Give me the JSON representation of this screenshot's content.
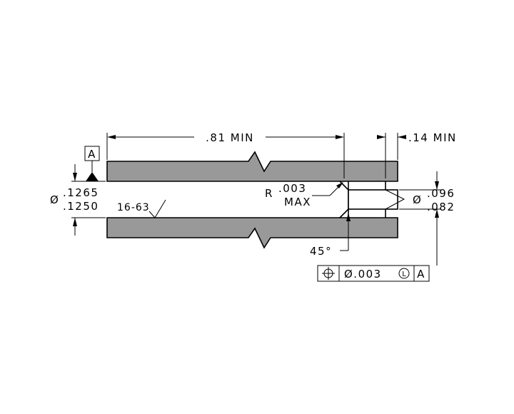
{
  "colors": {
    "part_fill": "#999999",
    "line": "#000000",
    "background": "#ffffff"
  },
  "datum": {
    "label": "A"
  },
  "dimensions": {
    "length_min": ".81 MIN",
    "counterbore_min": ".14 MIN",
    "bore_symbol": "Ø",
    "bore_upper": ".1265",
    "bore_lower": ".1250",
    "small_bore_symbol": "Ø",
    "small_bore_upper": ".096",
    "small_bore_lower": ".082",
    "radius_prefix": "R",
    "radius_value": ".003",
    "radius_max": "MAX",
    "chamfer_angle": "45°"
  },
  "surface_finish": {
    "value": "16-63"
  },
  "feature_control_frame": {
    "symbol": "position-icon",
    "tolerance": "Ø.003",
    "modifier": "L",
    "datum": "A"
  }
}
